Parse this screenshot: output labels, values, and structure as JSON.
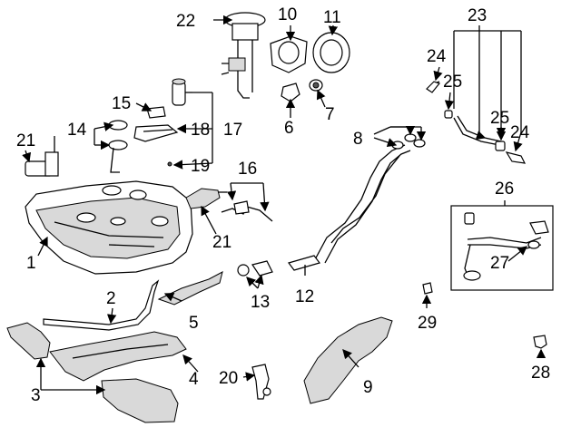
{
  "callouts": {
    "c1": "1",
    "c2": "2",
    "c3": "3",
    "c4": "4",
    "c5": "5",
    "c6": "6",
    "c7": "7",
    "c8": "8",
    "c9": "9",
    "c10": "10",
    "c11": "11",
    "c12": "12",
    "c13": "13",
    "c14": "14",
    "c15": "15",
    "c16": "16",
    "c17": "17",
    "c18": "18",
    "c19": "19",
    "c20": "20",
    "c21a": "21",
    "c21b": "21",
    "c22": "22",
    "c23": "23",
    "c24a": "24",
    "c24b": "24",
    "c25a": "25",
    "c25b": "25",
    "c26": "26",
    "c27": "27",
    "c28": "28",
    "c29": "29"
  }
}
